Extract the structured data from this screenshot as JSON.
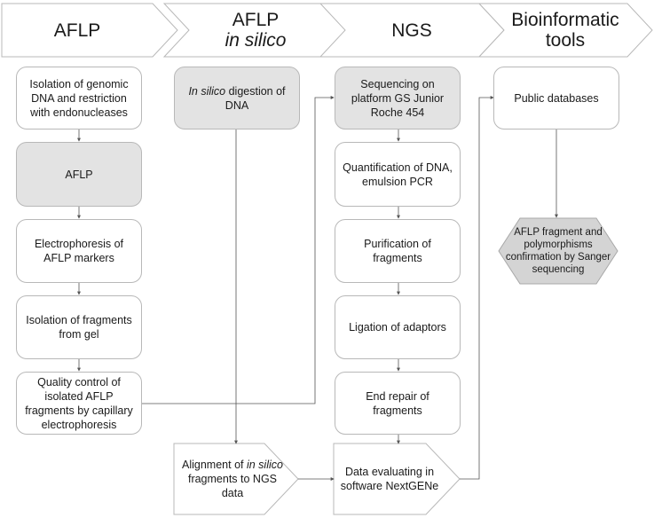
{
  "headers": {
    "aflp": "AFLP",
    "insilico_line1": "AFLP",
    "insilico_line2": "in silico",
    "ngs": "NGS",
    "bio_line1": "Bioinformatic",
    "bio_line2": "tools"
  },
  "aflp": {
    "isolation": "Isolation of genomic DNA and restriction with endonucleases",
    "aflp": "AFLP",
    "electrophoresis": "Electrophoresis of AFLP markers",
    "isolation_gel": "Isolation of fragments from gel",
    "quality": "Quality control of isolated AFLP fragments by capillary electrophoresis"
  },
  "insilico": {
    "digestion_italic": "In silico",
    "digestion_rest": " digestion of DNA",
    "alignment_a": "Alignment of ",
    "alignment_italic": "in silico",
    "alignment_b": " fragments to NGS data"
  },
  "ngs": {
    "sequencing": "Sequencing on platform GS Junior Roche 454",
    "quantification": "Quantification of DNA, emulsion PCR",
    "purification": "Purification of fragments",
    "ligation": "Ligation of adaptors",
    "end_repair": "End repair of fragments",
    "evaluating": "Data evaluating in software NextGENe"
  },
  "bio": {
    "databases": "Public databases",
    "confirmation": "AFLP fragment and polymorphisms confirmation by Sanger sequencing"
  }
}
